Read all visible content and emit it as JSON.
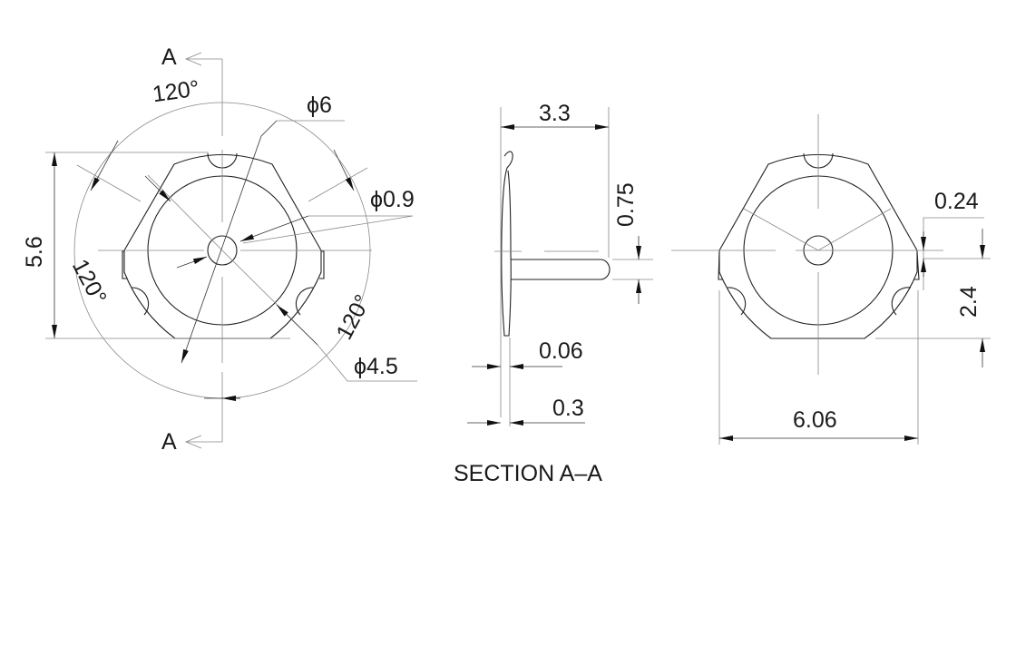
{
  "front_view": {
    "section_mark_top": "A",
    "section_mark_bottom": "A",
    "angle_top": "120°",
    "angle_left": "120°",
    "angle_right": "120°",
    "outer_diameter": "ϕ6",
    "center_hole_diameter": "ϕ0.9",
    "inner_diameter": "ϕ4.5",
    "height": "5.6"
  },
  "section_view": {
    "title": "SECTION A–A",
    "length": "3.3",
    "pin_offset": "0.75",
    "thickness_inner": "0.06",
    "thickness_total": "0.3"
  },
  "back_view": {
    "tab_height": "0.24",
    "half_height": "2.4",
    "width": "6.06"
  },
  "colors": {
    "line": "#222222",
    "center_line": "#888888"
  }
}
